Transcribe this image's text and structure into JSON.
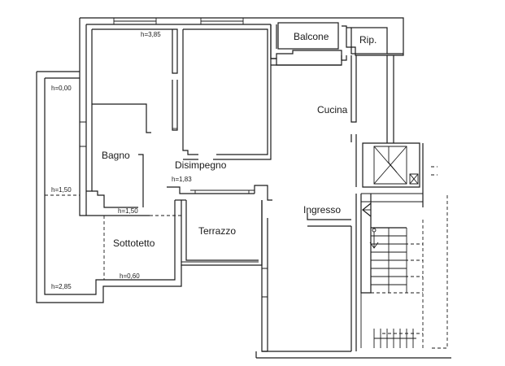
{
  "rooms": {
    "balcone": "Balcone",
    "rip": "Rip.",
    "cucina": "Cucina",
    "bagno": "Bagno",
    "disimpegno": "Disimpegno",
    "ingresso": "Ingresso",
    "terrazzo": "Terrazzo",
    "sottotetto": "Sottotetto"
  },
  "heights": {
    "top": "h=3,85",
    "h000": "h=0,00",
    "h150_left": "h=1,50",
    "h183": "h=1,83",
    "h150_bagno": "h=1,50",
    "h060": "h=0,60",
    "h285": "h=2,85"
  }
}
